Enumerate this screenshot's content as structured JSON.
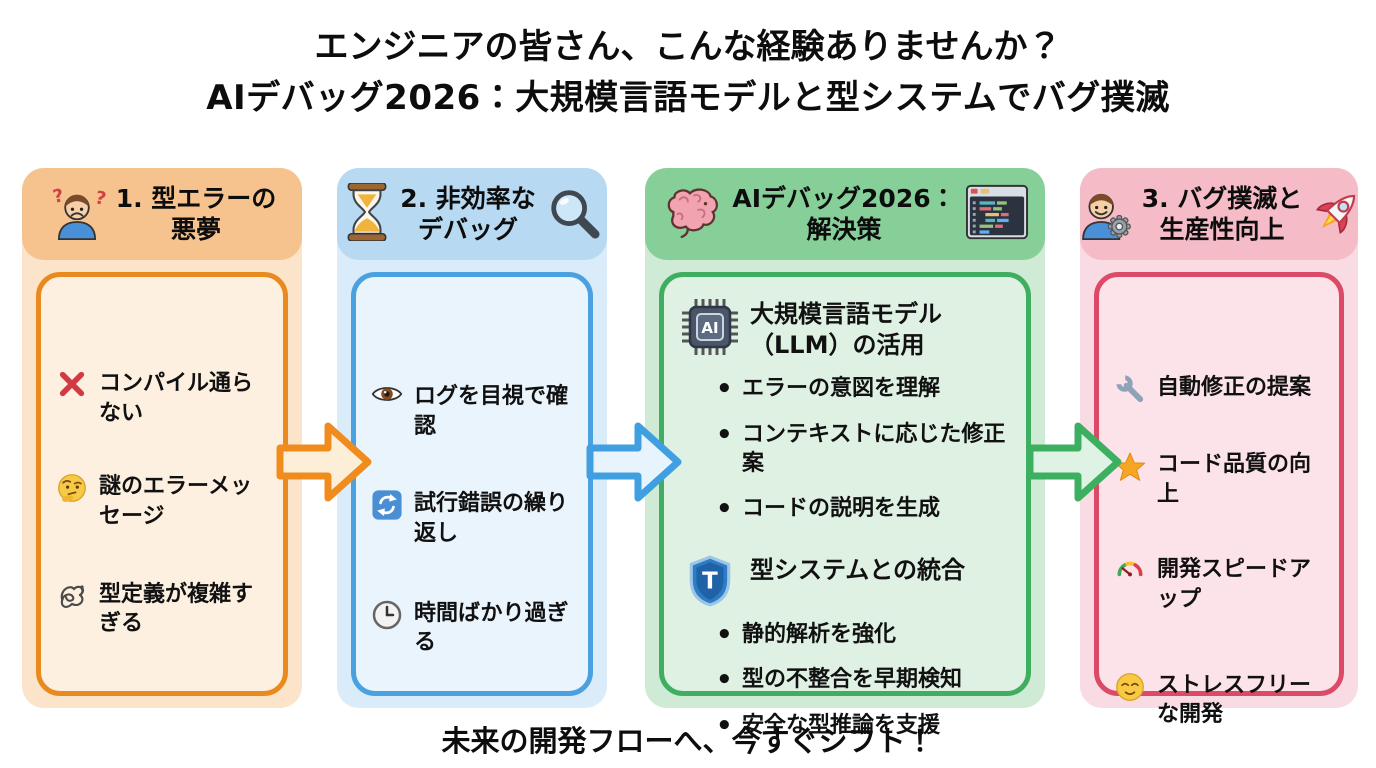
{
  "title": {
    "line1": "エンジニアの皆さん、こんな経験ありませんか？",
    "line2": "AIデバッグ2026：大規模言語モデルと型システムでバグ撲滅"
  },
  "footer": {
    "text": "未来の開発フローへ、今すぐシフト！"
  },
  "colors": {
    "col1_accent": "#e98a1f",
    "col2_accent": "#4ba0e0",
    "col3_accent": "#3fae60",
    "col4_accent": "#dc4a68",
    "text": "#0d0d0d"
  },
  "columns": [
    {
      "id": "type-error-nightmare",
      "header": {
        "line1": "1. 型エラーの",
        "line2": "悪夢",
        "left_icon": "confused-person-icon"
      },
      "items": [
        {
          "icon": "red-cross-icon",
          "text": "コンパイル通らない"
        },
        {
          "icon": "thinking-face-icon",
          "text": "謎のエラーメッセージ"
        },
        {
          "icon": "tangled-knot-icon",
          "text": "型定義が複雑すぎる"
        }
      ]
    },
    {
      "id": "inefficient-debugging",
      "header": {
        "line1": "2. 非効率な",
        "line2": "デバッグ",
        "left_icon": "hourglass-icon",
        "right_icon": "magnifier-icon"
      },
      "items": [
        {
          "icon": "eye-icon",
          "text": "ログを目視で確認"
        },
        {
          "icon": "repeat-icon",
          "text": "試行錯誤の繰り返し"
        },
        {
          "icon": "clock-icon",
          "text": "時間ばかり過ぎる"
        }
      ]
    },
    {
      "id": "ai-debug-2026-solution",
      "header": {
        "line1": "AIデバッグ2026：",
        "line2": "解決策",
        "left_icon": "brain-icon",
        "right_icon": "code-editor-icon"
      },
      "sections": [
        {
          "icon": "ai-chip-icon",
          "title": "大規模言語モデル（LLM）の活用",
          "bullets": [
            "エラーの意図を理解",
            "コンテキストに応じた修正案",
            "コードの説明を生成"
          ]
        },
        {
          "icon": "shield-t-icon",
          "title": "型システムとの統合",
          "bullets": [
            "静的解析を強化",
            "型の不整合を早期検知",
            "安全な型推論を支援"
          ]
        }
      ]
    },
    {
      "id": "bug-eradication-productivity",
      "header": {
        "line1": "3. バグ撲滅と",
        "line2": "生産性向上",
        "left_icon": "engineer-gear-icon",
        "right_icon": "rocket-icon"
      },
      "items": [
        {
          "icon": "wrench-icon",
          "text": "自動修正の提案"
        },
        {
          "icon": "star-icon",
          "text": "コード品質の向上"
        },
        {
          "icon": "speedometer-icon",
          "text": "開発スピードアップ"
        },
        {
          "icon": "relieved-face-icon",
          "text": "ストレスフリーな開発"
        }
      ]
    }
  ]
}
